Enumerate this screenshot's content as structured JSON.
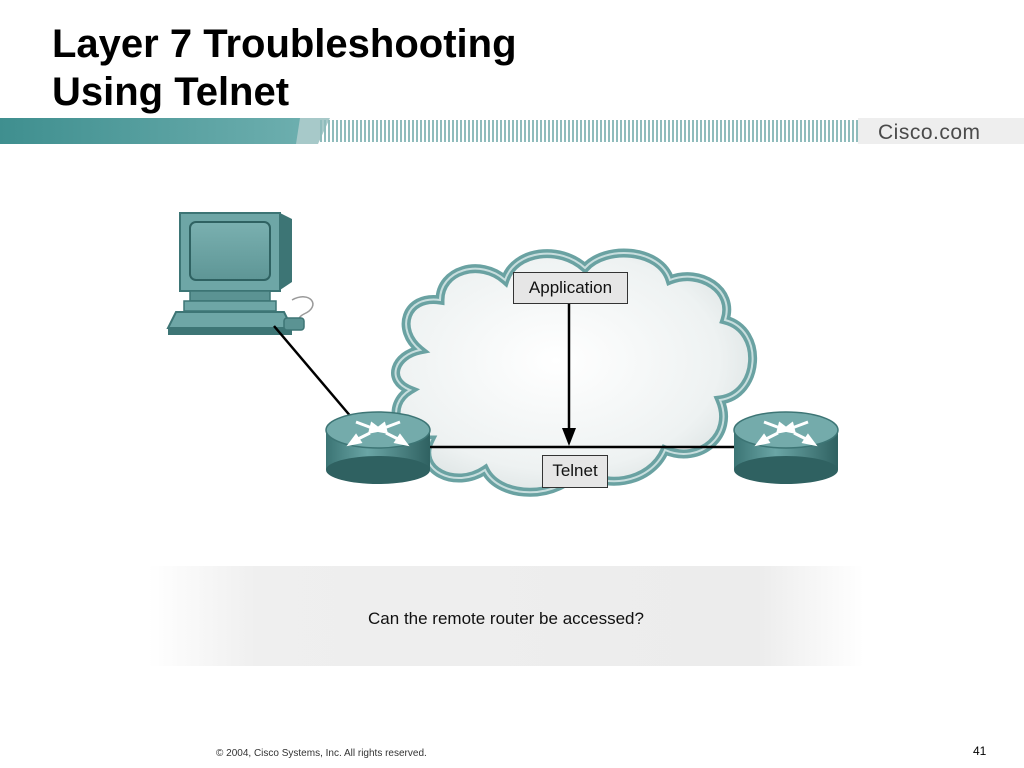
{
  "slide": {
    "title_line1": "Layer 7 Troubleshooting",
    "title_line2": "Using Telnet",
    "brand": "Cisco.com",
    "caption": "Can the remote router be accessed?",
    "footer": "© 2004, Cisco Systems, Inc. All rights reserved.",
    "page_number": "41"
  },
  "diagram": {
    "application_label": "Application",
    "telnet_label": "Telnet",
    "colors": {
      "teal_device": "#5e9a9a",
      "teal_dark": "#3d7676",
      "cloud_edge": "#7fb3b3",
      "banner_teal": "#4f9e9e"
    }
  }
}
